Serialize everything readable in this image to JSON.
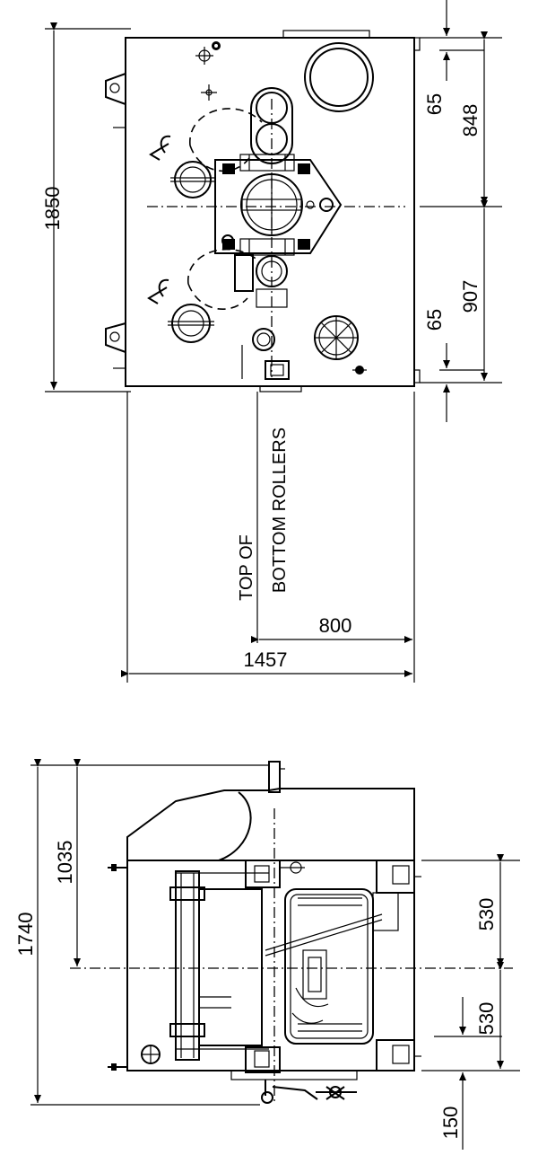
{
  "drawing": {
    "colors": {
      "ink": "#000000",
      "paper": "#ffffff"
    },
    "top_view": {
      "dimensions": {
        "height_total": "1850",
        "top_offset": "65",
        "top_span": "848",
        "bottom_offset": "65",
        "bottom_span": "907",
        "width_total": "1457",
        "width_inner": "800"
      },
      "labels": {
        "line1": "TOP OF",
        "line2": "BOTTOM ROLLERS"
      }
    },
    "side_view": {
      "dimensions": {
        "height_total": "1740",
        "upper_offset": "1035",
        "right_upper": "530",
        "right_lower": "530",
        "bottom_extra": "150"
      }
    }
  }
}
